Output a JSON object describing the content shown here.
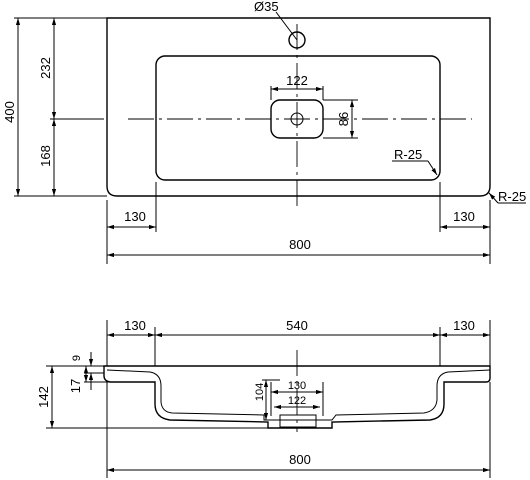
{
  "top_view": {
    "hole_dia": "Ø35",
    "dim_depth_total": "400",
    "dim_depth_rear": "232",
    "dim_depth_front": "168",
    "drain_width": "122",
    "drain_depth": "86",
    "inner_radius": "R-25",
    "outer_radius": "R-25",
    "dim_left_rim": "130",
    "dim_right_rim": "130",
    "dim_total_width": "800"
  },
  "side_view": {
    "dim_left_rim": "130",
    "dim_bowl_width": "540",
    "dim_right_rim": "130",
    "dim_total_width": "800",
    "dim_total_height": "142",
    "dim_rim_thickness": "9",
    "dim_lip": "17",
    "dim_bowl_depth": "104",
    "dim_drain_outer": "130",
    "dim_drain_inner": "122"
  }
}
